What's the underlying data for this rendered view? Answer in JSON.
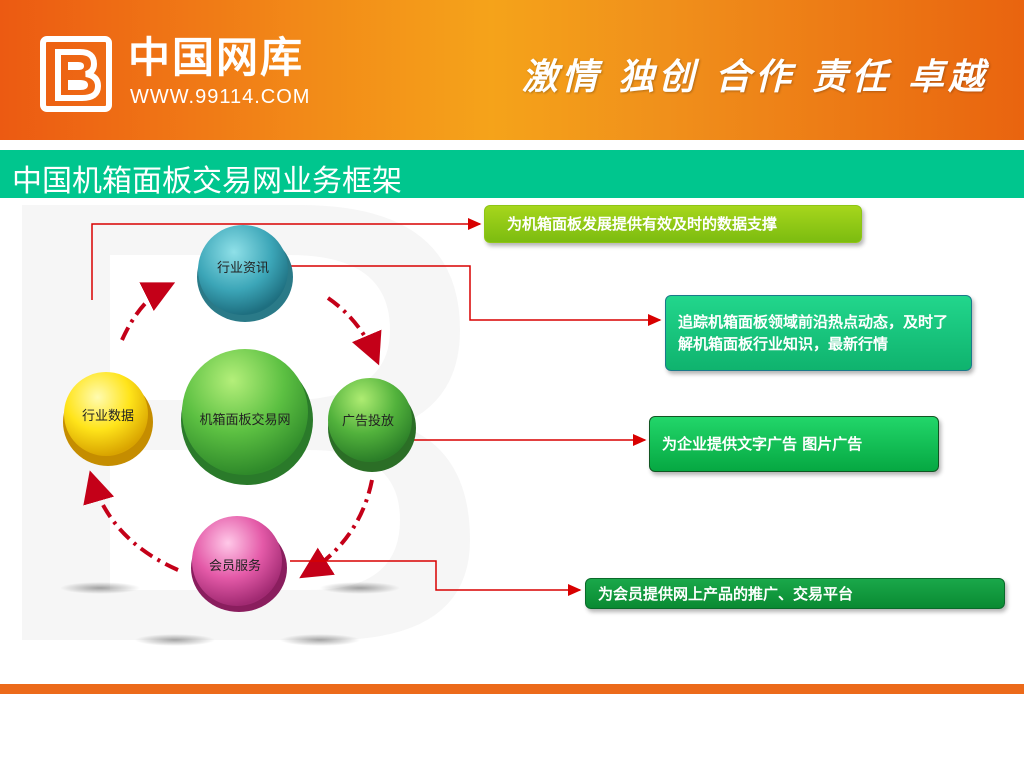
{
  "header": {
    "brand_name": "中国网库",
    "brand_url": "WWW.99114.COM",
    "slogan": "激情 独创 合作 责任 卓越",
    "colors": {
      "header_start": "#ec5a12",
      "header_mid": "#f5a31a",
      "titlebar": "#00c68e",
      "bottom_bar": "#ec6a1a"
    }
  },
  "title": "中国机箱面板交易网业务框架",
  "diagram": {
    "center": "机箱面板交易网",
    "nodes": {
      "industry_news": "行业资讯",
      "ad_placement": "广告投放",
      "member_service": "会员服务",
      "industry_data": "行业数据"
    },
    "descriptions": {
      "data_support": "为机箱面板发展提供有效及时的数据支撑",
      "tracking": "追踪机箱面板领域前沿热点动态，及时了解机箱面板行业知识，最新行情",
      "ads": "为企业提供文字广告 图片广告",
      "member_platform": "为会员提供网上产品的推广、交易平台"
    },
    "arrow_color": "#e00000"
  }
}
